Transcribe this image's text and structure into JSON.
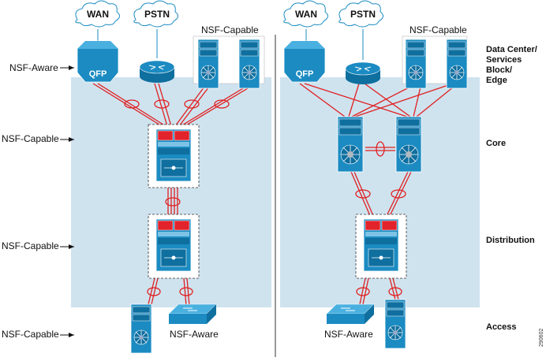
{
  "clouds": {
    "wan": "WAN",
    "pstn": "PSTN"
  },
  "device": {
    "qfp": "QFP"
  },
  "labels": {
    "nsf_aware": "NSF-Aware",
    "nsf_capable": "NSF-Capable"
  },
  "tiers": {
    "dc_line1": "Data Center/",
    "dc_line2": "Services",
    "dc_line3": "Block/",
    "dc_line4": "Edge",
    "core": "Core",
    "distribution": "Distribution",
    "access": "Access"
  },
  "figure_id": "290602",
  "colors": {
    "panel": "#cfe3ef",
    "device": "#1b8bc2",
    "device_dark": "#0f6f9f",
    "link": "#e02020",
    "supervisor": "#e2232b"
  }
}
